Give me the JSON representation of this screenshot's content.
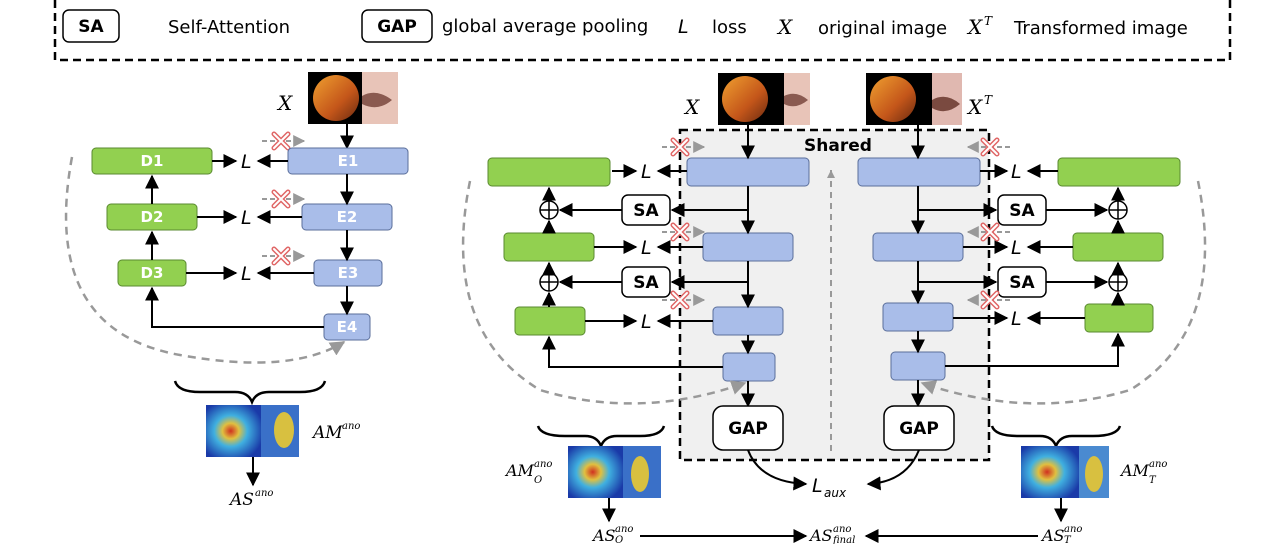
{
  "legend": {
    "sa_key": "SA",
    "sa_desc": "Self-Attention",
    "gap_key": "GAP",
    "gap_desc": "global average pooling",
    "l_key": "L",
    "l_desc": "loss",
    "x_key": "X",
    "x_desc": "original image",
    "xt_key": "X",
    "xt_sup": "T",
    "xt_desc": "Transformed image"
  },
  "left": {
    "input_label": "X",
    "encoders": [
      "E1",
      "E2",
      "E3",
      "E4"
    ],
    "decoders": [
      "D1",
      "D2",
      "D3"
    ],
    "loss": "L",
    "am_label": "AM",
    "am_sup": "ano",
    "as_label": "AS",
    "as_sup": "ano"
  },
  "right": {
    "input_x": "X",
    "input_xt": "X",
    "input_xt_sup": "T",
    "shared": "Shared",
    "sa": "SA",
    "gap": "GAP",
    "loss": "L",
    "aux_loss": "L",
    "aux_sub": "aux",
    "am_o": "AM",
    "am_o_sup": "ano",
    "am_o_sub": "O",
    "am_t": "AM",
    "am_t_sup": "ano",
    "am_t_sub": "T",
    "as_o": "AS",
    "as_o_sup": "ano",
    "as_o_sub": "O",
    "as_final": "AS",
    "as_final_sup": "ano",
    "as_final_sub": "final",
    "as_t": "AS",
    "as_t_sup": "ano",
    "as_t_sub": "T"
  },
  "colors": {
    "encoder": "#a9bde9",
    "decoder": "#92d050",
    "shared_bg": "#f0f0f0",
    "dashed_curve": "#999999",
    "cross": "#e06666"
  }
}
